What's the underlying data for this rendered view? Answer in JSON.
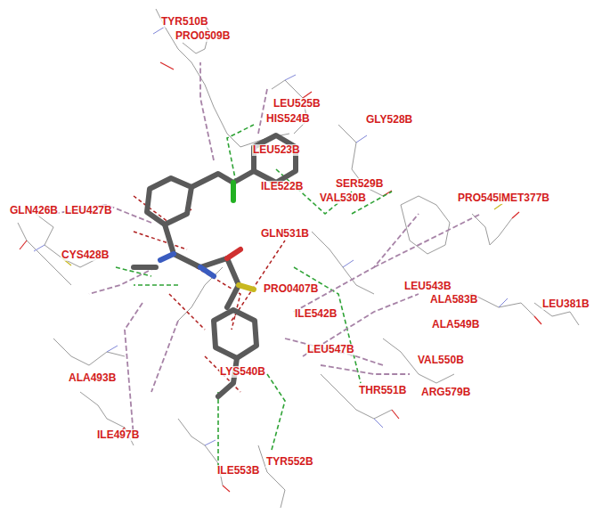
{
  "diagram": {
    "labels": [
      "TYR510B",
      "PRO0509B",
      "LEU525B",
      "HIS524B",
      "GLY528B",
      "LEU523B",
      "SER529B",
      "GLN426B",
      "LEU427B",
      "PRO545B",
      "MET377B",
      "VAL530B",
      "ILE522B",
      "CYS428B",
      "GLN531B",
      "PRO0407B",
      "LEU543B",
      "ALA583B",
      "LEU381B",
      "ILE542B",
      "ALA549B",
      "ALA493B",
      "LEU547B",
      "VAL550B",
      "LYS540B",
      "THR551B",
      "ARG579B",
      "ILE497B",
      "TYR552B",
      "ILE553B"
    ]
  }
}
